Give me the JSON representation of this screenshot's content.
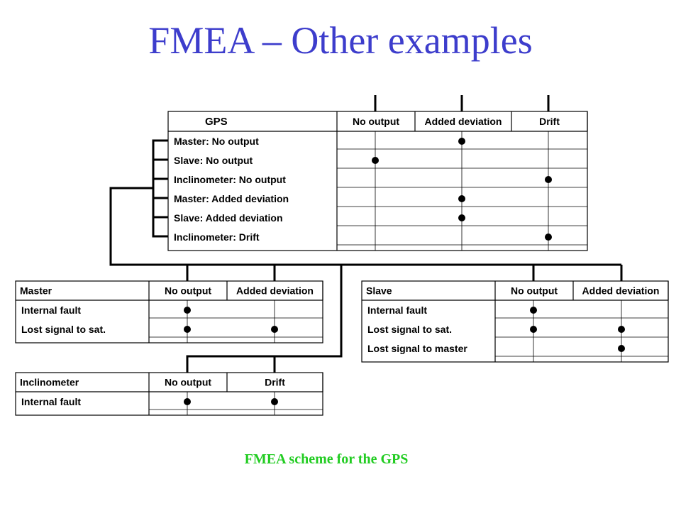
{
  "slide": {
    "title": "FMEA – Other examples",
    "caption": "FMEA scheme for the GPS"
  },
  "gps": {
    "header": "GPS",
    "columns": [
      "No output",
      "Added deviation",
      "Drift"
    ],
    "rows": [
      {
        "label": "Master: No output",
        "marks": [
          1
        ]
      },
      {
        "label": "Slave: No output",
        "marks": [
          0
        ]
      },
      {
        "label": "Inclinometer: No output",
        "marks": [
          2
        ]
      },
      {
        "label": "Master: Added deviation",
        "marks": [
          1
        ]
      },
      {
        "label": "Slave: Added deviation",
        "marks": [
          1
        ]
      },
      {
        "label": "Inclinometer: Drift",
        "marks": [
          2
        ]
      }
    ]
  },
  "master": {
    "header": "Master",
    "columns": [
      "No output",
      "Added deviation"
    ],
    "rows": [
      {
        "label": "Internal fault",
        "marks": [
          0
        ]
      },
      {
        "label": "Lost signal to sat.",
        "marks": [
          0,
          1
        ]
      }
    ]
  },
  "slave": {
    "header": "Slave",
    "columns": [
      "No output",
      "Added deviation"
    ],
    "rows": [
      {
        "label": "Internal fault",
        "marks": [
          0
        ]
      },
      {
        "label": "Lost signal to sat.",
        "marks": [
          0,
          1
        ]
      },
      {
        "label": "Lost signal to master",
        "marks": [
          1
        ]
      }
    ]
  },
  "inclinometer": {
    "header": "Inclinometer",
    "columns": [
      "No output",
      "Drift"
    ],
    "rows": [
      {
        "label": "Internal fault",
        "marks": [
          0,
          1
        ]
      }
    ]
  }
}
